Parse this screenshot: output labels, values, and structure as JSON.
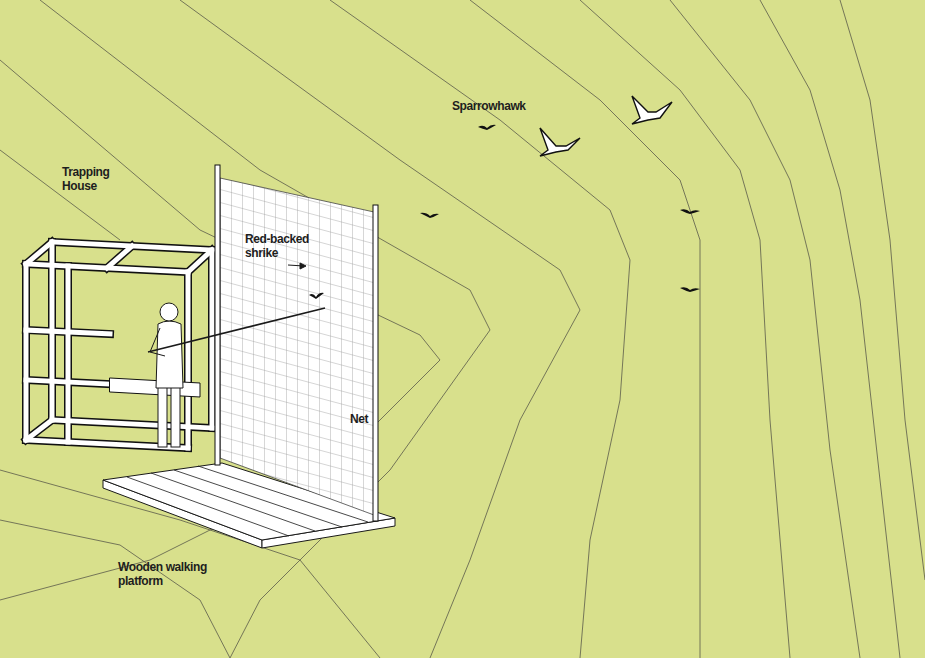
{
  "diagram": {
    "labels": [
      "Trapping House",
      "Sparrowhawk",
      "Red-backed shrike",
      "Net",
      "Wooden walking platform"
    ]
  }
}
